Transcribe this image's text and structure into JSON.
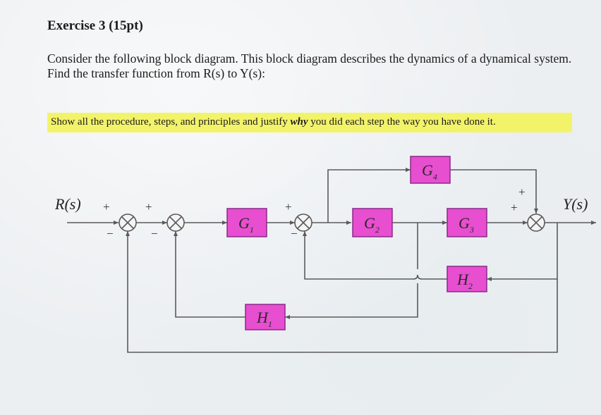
{
  "exercise": {
    "title": "Exercise 3 (15pt)",
    "question": "Consider the following block diagram. This block diagram describes the dynamics of a dynamical system. Find the transfer function from R(s) to Y(s):",
    "instruction_before": "Show all the procedure, steps, and principles and justify ",
    "instruction_emphasis": "why",
    "instruction_after": " you did each step the way you have done it."
  },
  "diagram": {
    "input_label": "R(s)",
    "output_label": "Y(s)",
    "blocks": {
      "g1": {
        "main": "G",
        "sub": "1"
      },
      "g2": {
        "main": "G",
        "sub": "2"
      },
      "g3": {
        "main": "G",
        "sub": "3"
      },
      "g4": {
        "main": "G",
        "sub": "4"
      },
      "h1": {
        "main": "H",
        "sub": "1"
      },
      "h2": {
        "main": "H",
        "sub": "2"
      }
    },
    "signs": {
      "sj1_in": "+",
      "sj1_fb": "−",
      "sj2_in": "+",
      "sj2_fb": "−",
      "sj3_in": "+",
      "sj3_fb": "−",
      "sj4_in": "+",
      "sj4_top": "+"
    },
    "colors": {
      "block_fill": "#e84ed0",
      "block_border": "#8a2a8a",
      "line": "#5a5a5a"
    }
  }
}
